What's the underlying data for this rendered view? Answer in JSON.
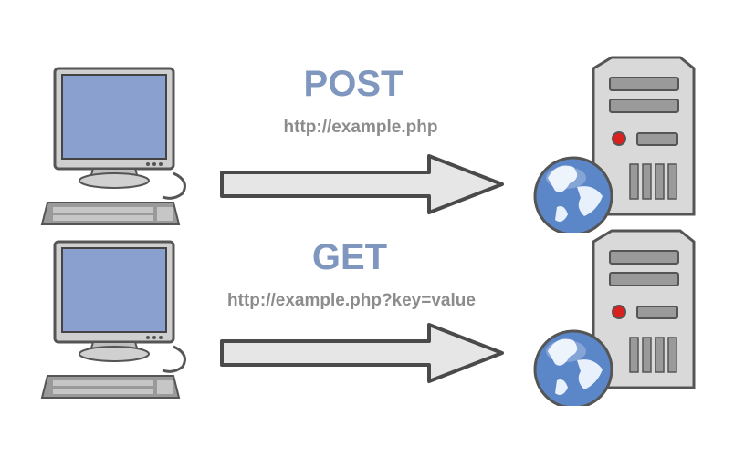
{
  "requests": [
    {
      "method": "POST",
      "url": "http://example.php"
    },
    {
      "method": "GET",
      "url": "http://example.php?key=value"
    }
  ],
  "colors": {
    "method_text": "#7f97bf",
    "url_text": "#8c8c8c",
    "screen": "#8aa1cf",
    "arrow_fill": "#e6e6e6",
    "arrow_stroke": "#4a4a4a",
    "server_body": "#d9d9d9",
    "globe": "#5b87c9"
  },
  "icons": [
    "computer-icon",
    "arrow-right-icon",
    "server-icon",
    "globe-icon"
  ]
}
